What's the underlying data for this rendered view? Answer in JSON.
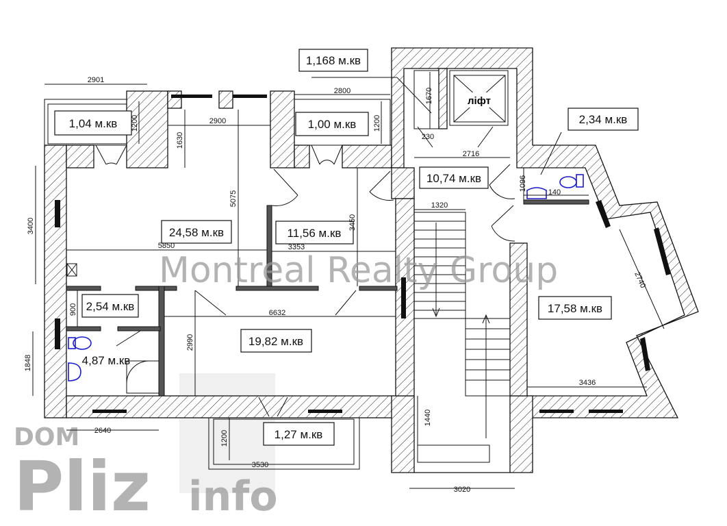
{
  "plan": {
    "areas": {
      "stair_landing": "1,168 м.кв",
      "balcony_left": "1,04 м.кв",
      "balcony_mid": "1,00 м.кв",
      "room_large": "24,58 м.кв",
      "room_mid": "11,56 м.кв",
      "hall": "10,74 м.кв",
      "wc_small": "2,34 м.кв",
      "room_right": "17,58 м.кв",
      "storage": "2,54 м.кв",
      "bathroom": "4,87 м.кв",
      "room_bottom": "19,82 м.кв",
      "balcony_bottom": "1,27 м.кв"
    },
    "elevator_label": "ліфт",
    "dimensions": {
      "d2901": "2901",
      "d2800": "2800",
      "d2900": "2900",
      "d1200a": "1200",
      "d1200b": "1200",
      "d1630": "1630",
      "d5075": "5075",
      "d3400": "3400",
      "d5850": "5850",
      "d3353": "3353",
      "d3450": "3450",
      "d1670": "1670",
      "d230": "230",
      "d2716": "2716",
      "d1096": "1096",
      "d140": "140",
      "d1320": "1320",
      "d2740": "2740",
      "d6632": "6632",
      "d2990": "2990",
      "d1848": "1848",
      "d900": "900",
      "d2640": "2640",
      "d3436": "3436",
      "d1440": "1440",
      "d1200c": "1200",
      "d3530": "3530",
      "d3020": "3020"
    }
  },
  "watermarks": {
    "agency": "Montreal Realty Group",
    "dom": "DOM",
    "pliz": "Pliz",
    "info": "info"
  }
}
